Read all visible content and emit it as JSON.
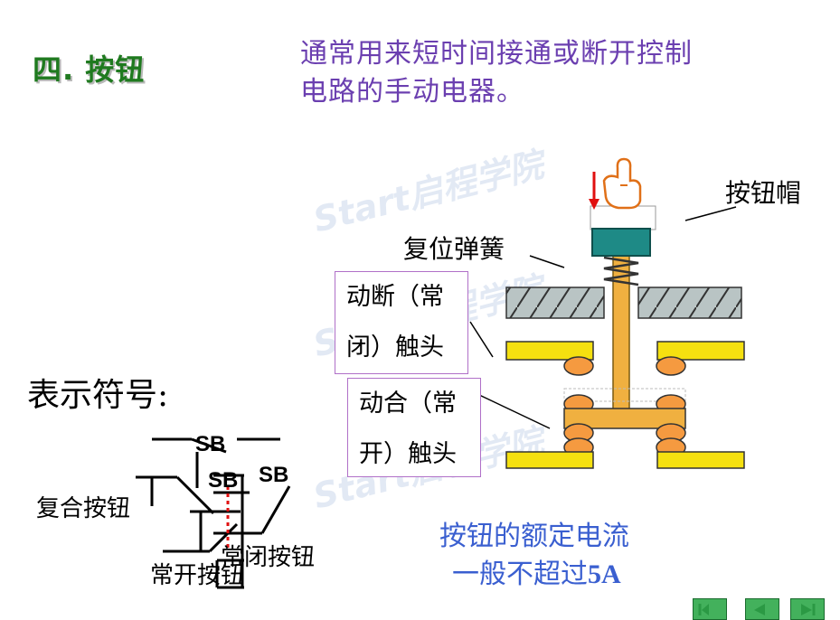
{
  "title": "四. 按钮",
  "description": [
    "通常用来短时间接通或断开控制",
    "电路的手动电器。"
  ],
  "symbols_label": "表示符号:",
  "diagram": {
    "cap_label": "按钮帽",
    "spring_label": "复位弹簧",
    "nc_contact_label": [
      "动断（常",
      "闭）触头"
    ],
    "no_contact_label": [
      "动合（常",
      "开）触头"
    ]
  },
  "symbols": {
    "sb": "SB",
    "compound": "复合按钮",
    "normally_open": "常开按钮",
    "normally_closed": "常闭按钮"
  },
  "note": {
    "line1": "按钮的额定电流",
    "line2_prefix": "一般不超过",
    "line2_value": "5A"
  },
  "watermark": "Start启程学院",
  "colors": {
    "title": "#1f7a1f",
    "description": "#6b3fb0",
    "note": "#3a5fd0",
    "stem": "#f0b040",
    "contact": "#f5e010",
    "contact_tip": "#f59a40",
    "cap": "#1e8a86",
    "label_border": "#b070c8"
  },
  "nav_buttons": [
    "first-icon",
    "prev-icon",
    "last-icon"
  ]
}
